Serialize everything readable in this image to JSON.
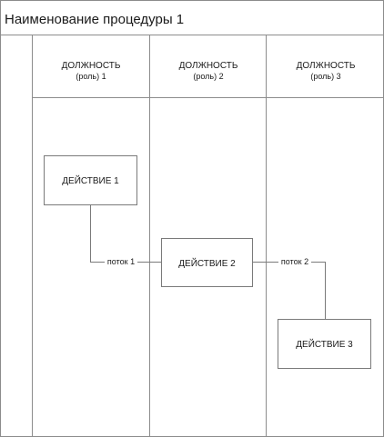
{
  "title": "Наименование процедуры 1",
  "lanes": [
    {
      "role": "ДОЛЖНОСТЬ",
      "subtitle": "(роль)  1"
    },
    {
      "role": "ДОЛЖНОСТЬ",
      "subtitle": "(роль)  2"
    },
    {
      "role": "ДОЛЖНОСТЬ",
      "subtitle": "(роль)  3"
    }
  ],
  "actions": [
    {
      "label": "ДЕЙСТВИЕ 1"
    },
    {
      "label": "ДЕЙСТВИЕ 2"
    },
    {
      "label": "ДЕЙСТВИЕ 3"
    }
  ],
  "flows": [
    {
      "label": "поток 1"
    },
    {
      "label": "поток 2"
    }
  ],
  "colors": {
    "border": "#8c8c8c",
    "box_border": "#7a7a7a",
    "text": "#1a1a1a",
    "background": "#ffffff"
  }
}
